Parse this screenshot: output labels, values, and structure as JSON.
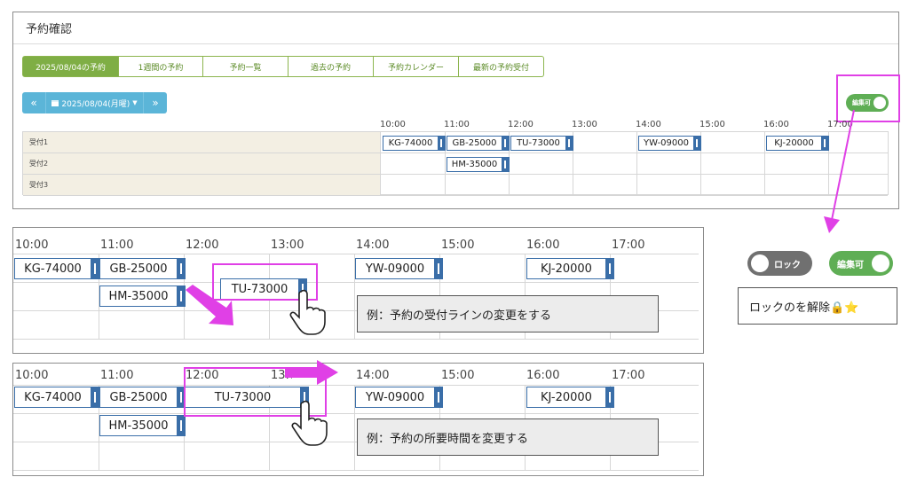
{
  "panel": {
    "title": "予約確認",
    "tabs": [
      {
        "label": "2025/08/04の予約",
        "active": true
      },
      {
        "label": "1週間の予約",
        "active": false
      },
      {
        "label": "予約一覧",
        "active": false
      },
      {
        "label": "過去の予約",
        "active": false
      },
      {
        "label": "予約カレンダー",
        "active": false
      },
      {
        "label": "最新の予約受付",
        "active": false
      }
    ],
    "date_nav": {
      "prev": "«",
      "date": "2025/08/04(月曜)",
      "next": "»",
      "calendar_icon": "calendar-icon"
    },
    "toggle_label": "編集可"
  },
  "times": [
    "10:00",
    "11:00",
    "12:00",
    "13:00",
    "14:00",
    "15:00",
    "16:00",
    "17:00"
  ],
  "rows": [
    "受付1",
    "受付2",
    "受付3"
  ],
  "reservations": {
    "kg": "KG-74000",
    "gb": "GB-25000",
    "tu": "TU-73000",
    "yw": "YW-09000",
    "kj": "KJ-20000",
    "hm": "HM-35000"
  },
  "examples": {
    "change_line": "例：予約の受付ラインの変更をする",
    "change_duration": "例：予約の所要時間を変更する"
  },
  "toggles": {
    "lock": "ロック",
    "editable": "編集可"
  },
  "note": "ロックのを解除🔒⭐",
  "colors": {
    "tab_green": "#7fae45",
    "nav_blue": "#5bb5d8",
    "chip_border": "#3a6ea8",
    "highlight": "#e040e6",
    "toggle_on": "#5fae55",
    "toggle_off": "#707070"
  }
}
